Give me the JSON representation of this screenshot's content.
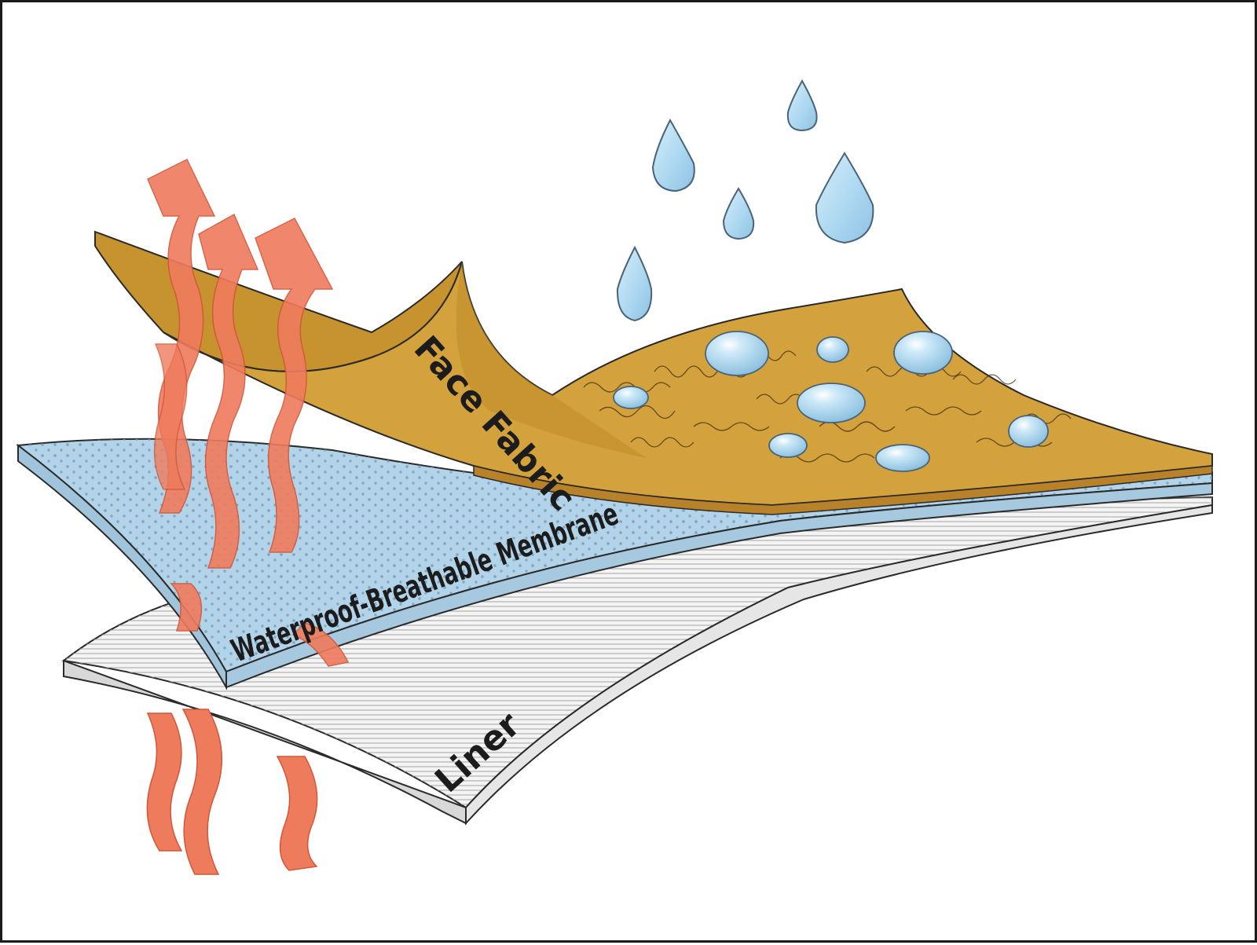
{
  "layers": {
    "face_fabric": {
      "label": "Face Fabric",
      "color": "#d4a23c",
      "edge_color": "#b8822a"
    },
    "membrane": {
      "label": "Waterproof-Breathable Membrane",
      "color": "#b3d3e8",
      "dot_color": "#6f9bbd"
    },
    "liner": {
      "label": "Liner",
      "color": "#f4f4f4",
      "line_color": "#9a9a9a"
    }
  },
  "colors": {
    "vapor": "#ef7b5d",
    "water": "#a9d6f0",
    "water_outline": "#4a6378",
    "outline": "#2a2a2a"
  },
  "icons": {
    "vapor": "wavy-arrow",
    "water": "droplet",
    "bead": "water-bead"
  }
}
